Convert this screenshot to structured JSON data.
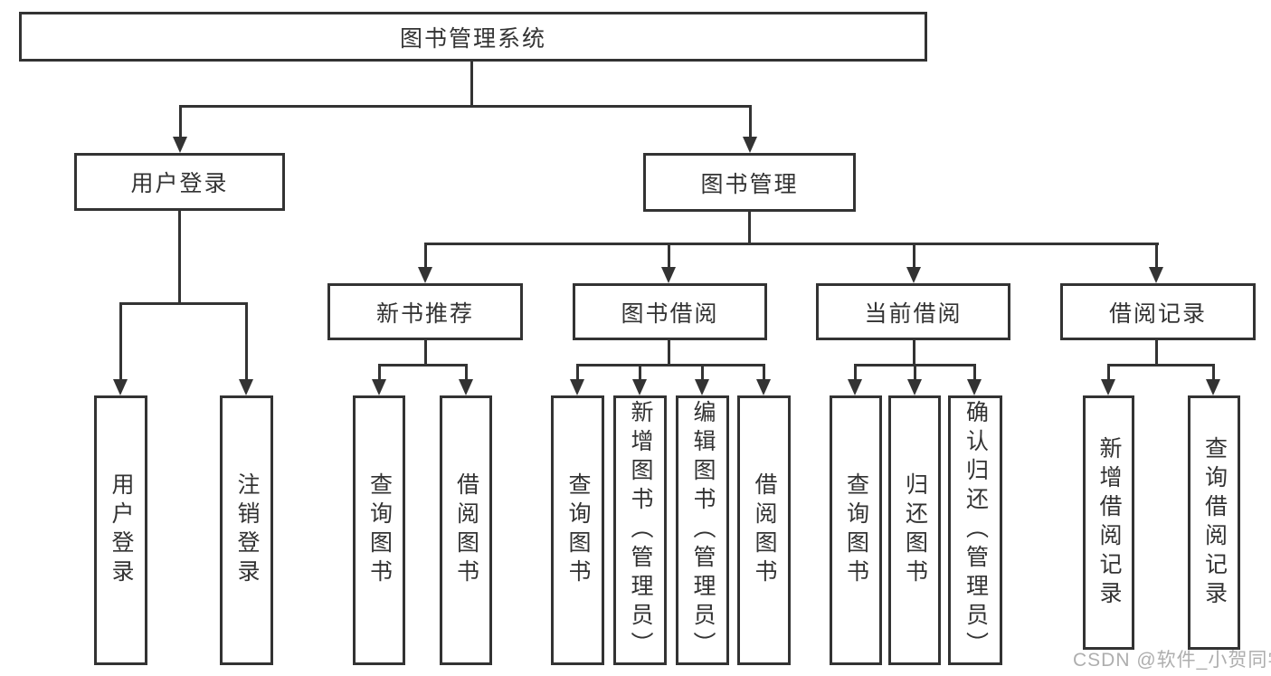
{
  "diagram": {
    "root": {
      "label": "图书管理系统"
    },
    "branches": [
      {
        "label": "用户登录",
        "leaves": [
          {
            "label": "用户登录"
          },
          {
            "label": "注销登录"
          }
        ]
      },
      {
        "label": "图书管理",
        "children": [
          {
            "label": "新书推荐",
            "leaves": [
              {
                "label": "查询图书"
              },
              {
                "label": "借阅图书"
              }
            ]
          },
          {
            "label": "图书借阅",
            "leaves": [
              {
                "label": "查询图书"
              },
              {
                "label": "新增图书（管理员）"
              },
              {
                "label": "编辑图书（管理员）"
              },
              {
                "label": "借阅图书"
              }
            ]
          },
          {
            "label": "当前借阅",
            "leaves": [
              {
                "label": "查询图书"
              },
              {
                "label": "归还图书"
              },
              {
                "label": "确认归还（管理员）"
              }
            ]
          },
          {
            "label": "借阅记录",
            "leaves": [
              {
                "label": "新增借阅记录"
              },
              {
                "label": "查询借阅记录"
              }
            ]
          }
        ]
      }
    ]
  },
  "watermark": {
    "text": "CSDN @软件_小贺同学"
  },
  "colors": {
    "line": "#333333",
    "text": "#333333",
    "box_background": "#ffffff",
    "page_background": "#ffffff",
    "watermark": "#aeaeae"
  }
}
